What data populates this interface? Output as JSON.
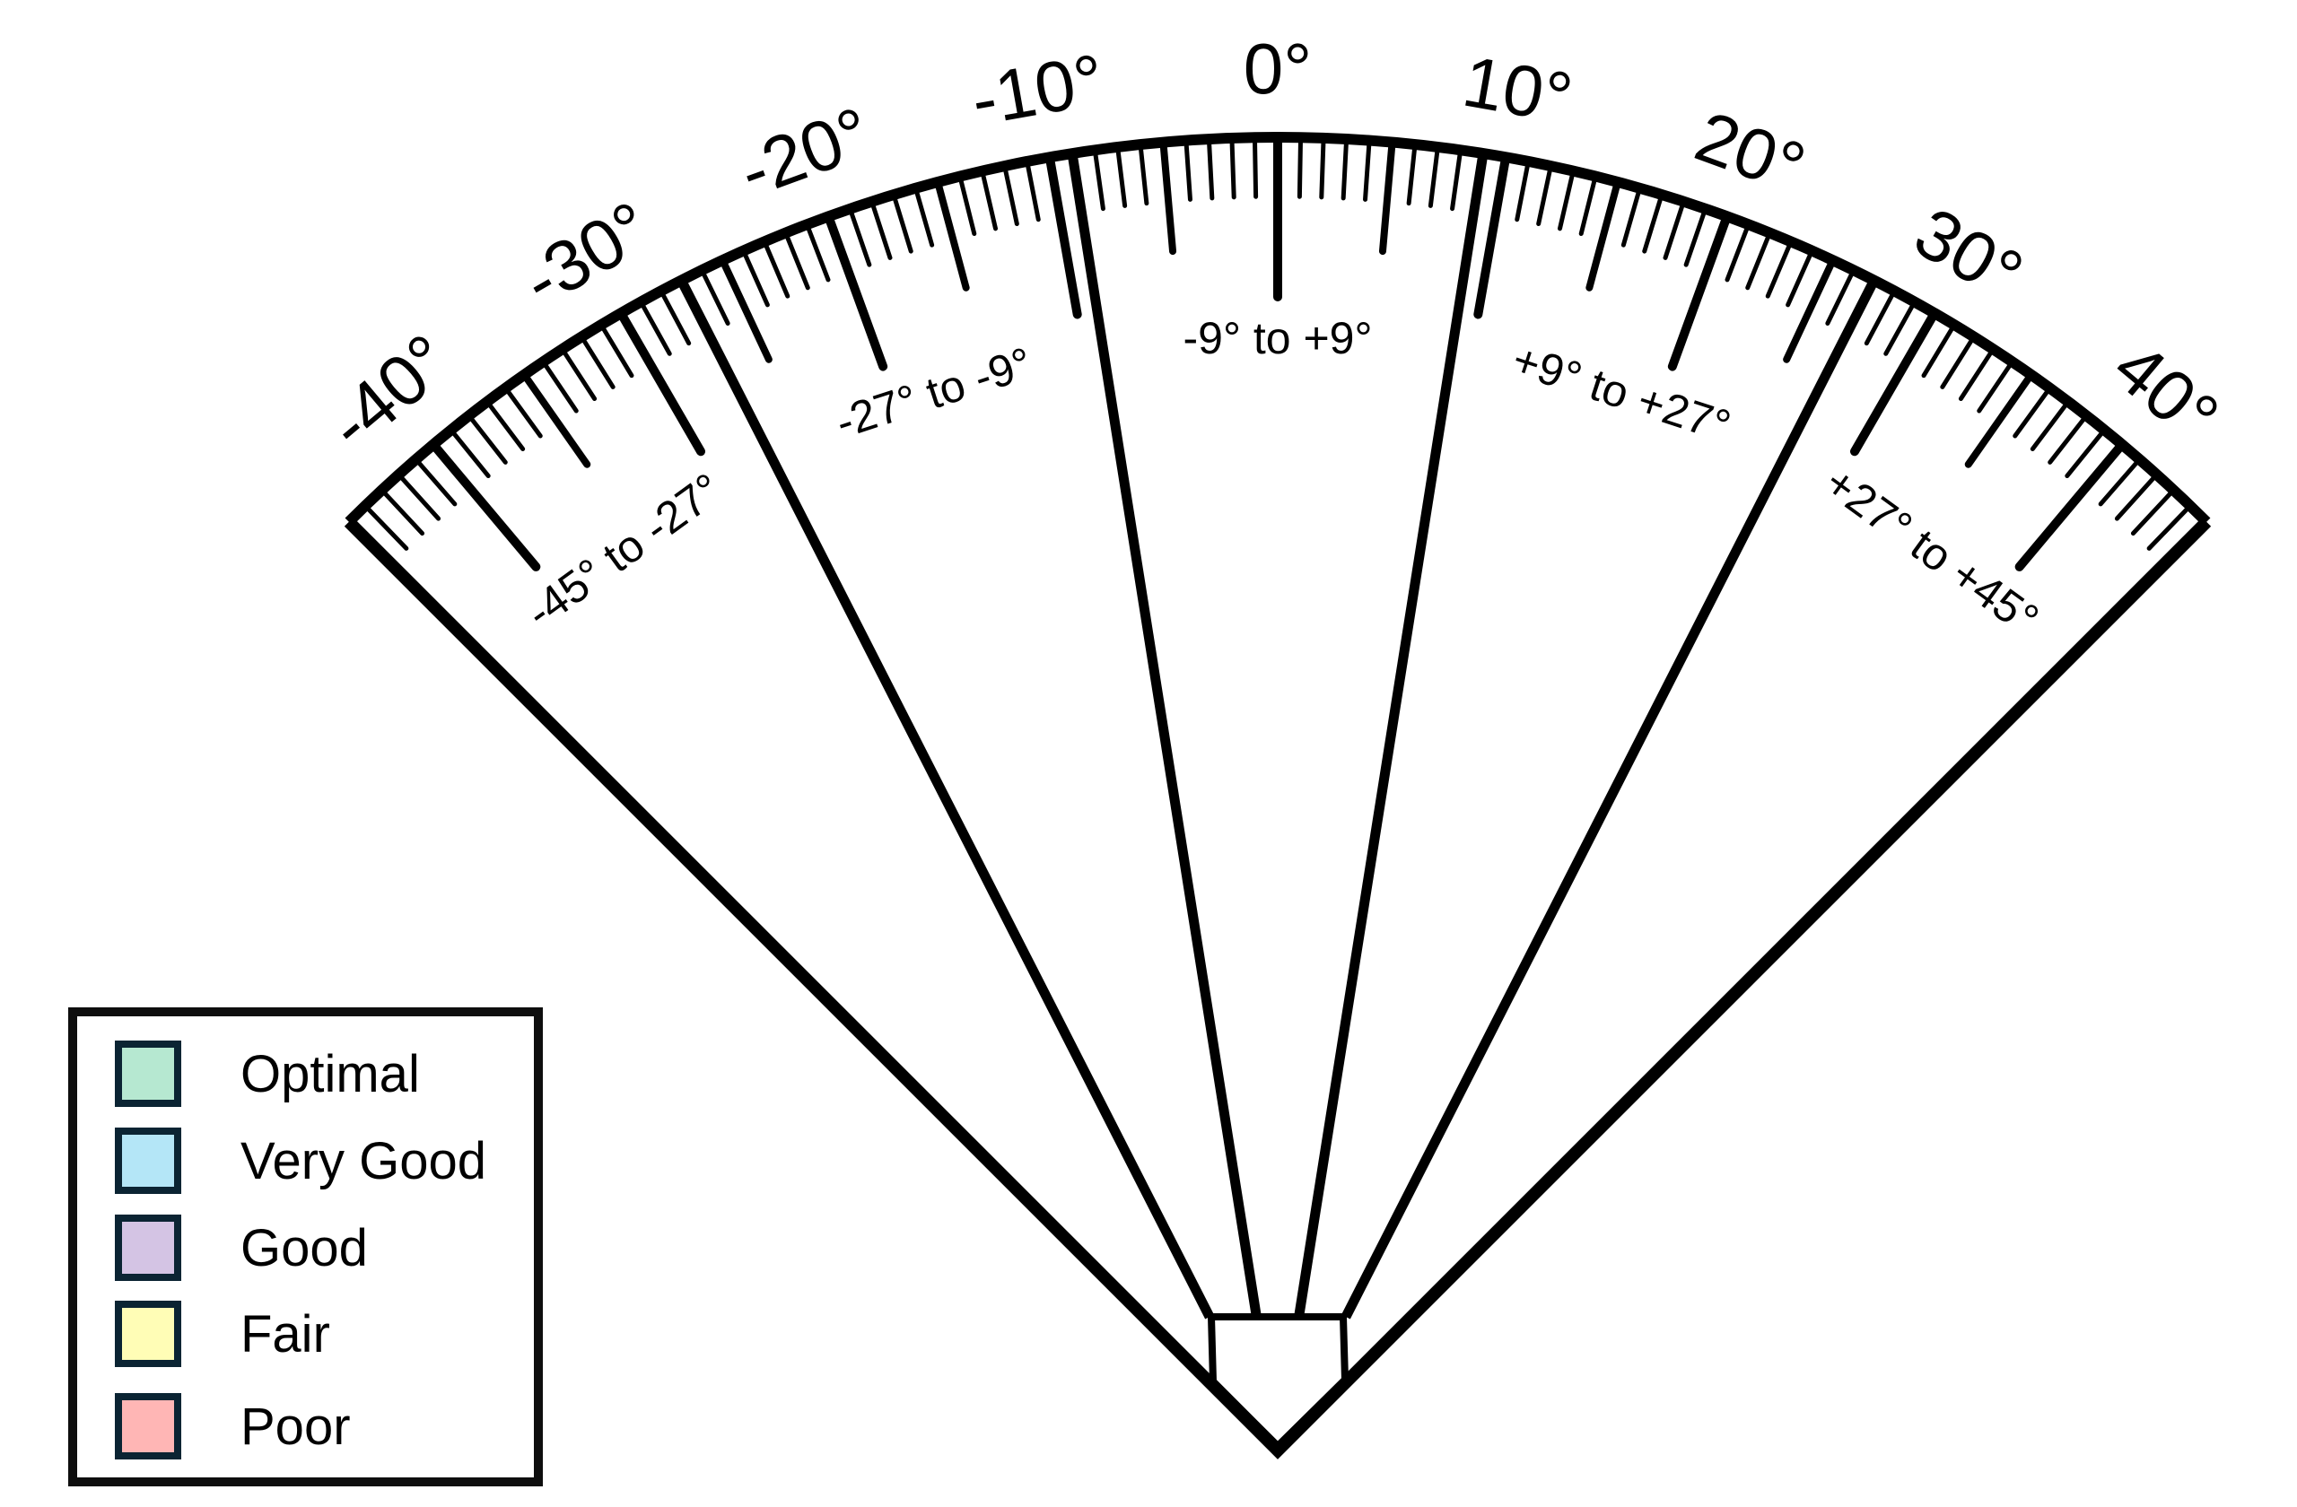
{
  "diagram": {
    "title": "",
    "scale": {
      "min_deg": -45,
      "max_deg": 45,
      "tick_every_deg": 1,
      "medium_tick_every_deg": 5,
      "long_tick_every_deg": 10
    },
    "outer_labels": [
      {
        "deg": -40,
        "text": "-40°"
      },
      {
        "deg": -30,
        "text": "-30°"
      },
      {
        "deg": -20,
        "text": "-20°"
      },
      {
        "deg": -10,
        "text": "-10°"
      },
      {
        "deg": 0,
        "text": "0°"
      },
      {
        "deg": 10,
        "text": "10°"
      },
      {
        "deg": 20,
        "text": "20°"
      },
      {
        "deg": 30,
        "text": "30°"
      },
      {
        "deg": 40,
        "text": "40°"
      }
    ],
    "zones": [
      {
        "from": -45,
        "to": -27,
        "label": "-45° to -27°"
      },
      {
        "from": -27,
        "to": -9,
        "label": "-27° to -9°"
      },
      {
        "from": -9,
        "to": 9,
        "label": "-9° to +9°"
      },
      {
        "from": 9,
        "to": 27,
        "label": "+9° to +27°"
      },
      {
        "from": 27,
        "to": 45,
        "label": "+27° to +45°"
      }
    ],
    "boundaries_deg": [
      -27,
      -9,
      9,
      27
    ]
  },
  "legend": {
    "items": [
      {
        "label": "Optimal",
        "color": "#b6e8d1"
      },
      {
        "label": "Very Good",
        "color": "#b4e6f7"
      },
      {
        "label": "Good",
        "color": "#d4c4e4"
      },
      {
        "label": "Fair",
        "color": "#fffdb6"
      },
      {
        "label": "Poor",
        "color": "#ffb6b5"
      }
    ]
  }
}
